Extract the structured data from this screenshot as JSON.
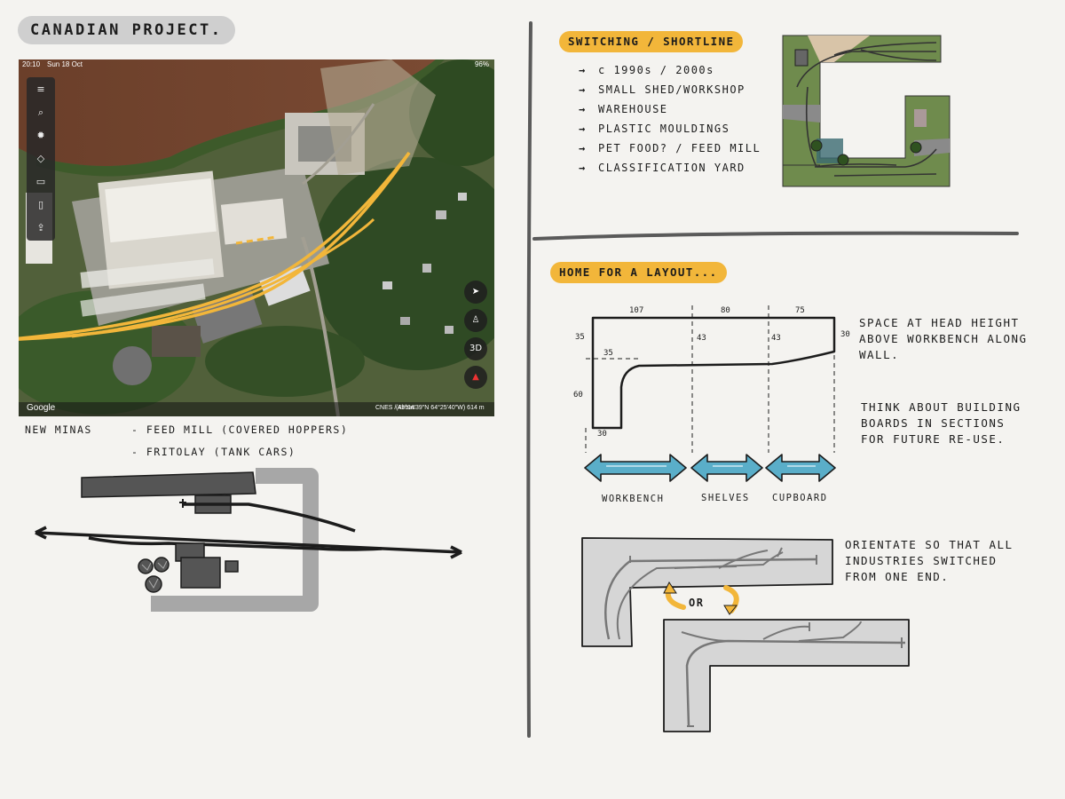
{
  "page": {
    "title": "CANADIAN PROJECT."
  },
  "map": {
    "status_time": "20:10",
    "status_date": "Sun 18 Oct",
    "status_battery": "96%",
    "google_label": "Google",
    "credits": "CNES / Airbus",
    "coords": "(45°04'39\"N 64°25'40\"W) 614 m",
    "btn_3d": "3D",
    "tools": [
      "menu-icon",
      "search-icon",
      "sun-icon",
      "layers-icon",
      "ruler-icon",
      "doc-icon",
      "share-icon"
    ]
  },
  "caption": {
    "place": "NEW MINAS",
    "line1": "- FEED MILL (COVERED HOPPERS)",
    "line2": "- FRITOLAY (TANK CARS)"
  },
  "switching": {
    "heading": "SWITCHING / SHORTLINE",
    "items": [
      "c 1990s / 2000s",
      "SMALL SHED/WORKSHOP",
      "WAREHOUSE",
      "PLASTIC MOULDINGS",
      "PET FOOD? / FEED MILL",
      "CLASSIFICATION YARD"
    ]
  },
  "layout": {
    "heading": "HOME FOR A LAYOUT...",
    "dims": {
      "top1": "107",
      "top2": "80",
      "top3": "75",
      "left_top": "35",
      "inner": "35",
      "left_vert": "60",
      "bottom": "30",
      "mid1": "43",
      "mid2": "43",
      "right": "30"
    },
    "note1": "SPACE AT HEAD HEIGHT ABOVE WORKBENCH ALONG WALL.",
    "note2": "THINK ABOUT BUILDING BOARDS IN SECTIONS FOR FUTURE RE-USE.",
    "labels": [
      "WORKBENCH",
      "SHELVES",
      "CUPBOARD"
    ],
    "orient_note": "ORIENTATE SO THAT ALL INDUSTRIES SWITCHED FROM ONE END.",
    "or_label": "OR"
  },
  "colors": {
    "yellow": "#f2b63a",
    "arrow_blue": "#5aaec9",
    "board_grey": "#d6d6d6",
    "divider": "#5a5a5a"
  }
}
